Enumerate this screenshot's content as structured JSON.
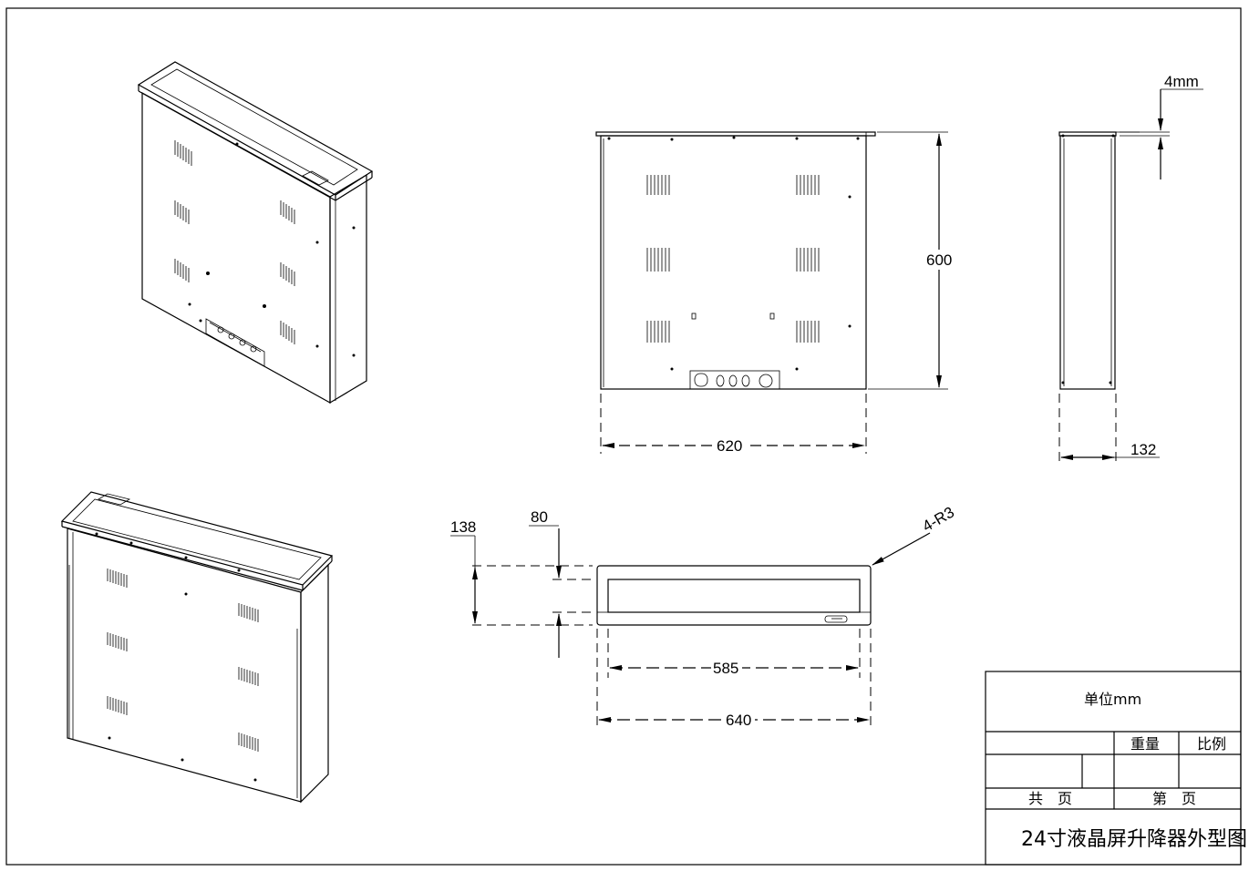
{
  "drawing": {
    "title": "24寸液晶屏升降器外型图",
    "unit": "单位mm",
    "weight_label": "重量",
    "scale_label": "比例",
    "total_pages_label": "共　页",
    "page_label": "第　页"
  },
  "dimensions": {
    "front_height": "600",
    "front_width": "620",
    "side_width": "132",
    "lid_thickness": "4mm",
    "top_depth": "138",
    "top_inner": "80",
    "top_inner_width": "585",
    "top_outer_width": "640",
    "corner_radius": "4-R3"
  }
}
